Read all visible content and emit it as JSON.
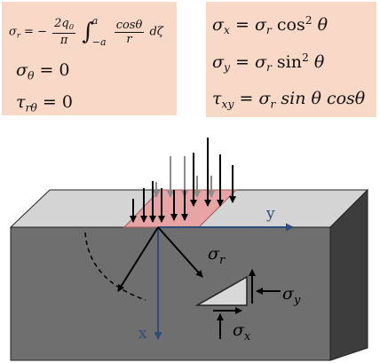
{
  "equations_left": {
    "sigma_r_lhs": "σ",
    "sigma_r_sub": "r",
    "sigma_r_eq": " = −",
    "frac1_num": "2q",
    "frac1_num_sub": "0",
    "frac1_den": "π",
    "int_upper": "a",
    "int_lower": "−a",
    "frac2_num": "cosθ",
    "frac2_den": "r",
    "diff": "dζ",
    "sigma_theta": "σ",
    "sigma_theta_sub": "θ",
    "sigma_theta_rhs": " = 0",
    "tau_rtheta": "τ",
    "tau_rtheta_sub": "rθ",
    "tau_rtheta_rhs": " = 0"
  },
  "equations_right": {
    "sx_lhs": "σ",
    "sx_sub": "x",
    "sx_mid": " = σ",
    "sx_mid_sub": "r",
    "sx_fn": " cos",
    "sx_pow": "2",
    "sx_var": " θ",
    "sy_lhs": "σ",
    "sy_sub": "y",
    "sy_mid": " = σ",
    "sy_mid_sub": "r",
    "sy_fn": " sin",
    "sy_pow": "2",
    "sy_var": " θ",
    "txy_lhs": "τ",
    "txy_sub": "xy",
    "txy_mid": " = σ",
    "txy_mid_sub": "r",
    "txy_rest": " sin θ  cosθ"
  },
  "diagram": {
    "axis_y_label": "y",
    "axis_x_label": "x",
    "sigma_r_label": "σ",
    "sigma_r_label_sub": "r",
    "sigma_y_label": "σ",
    "sigma_y_label_sub": "y",
    "sigma_x_label": "σ",
    "sigma_x_label_sub": "x",
    "colors": {
      "box_top": "#d4d4d4",
      "box_front": "#6f6f6f",
      "box_side": "#3d3d3d",
      "load_strip": "#e8a4a4",
      "axis": "#2e4d7a",
      "eq_bg": "#f8d9c8"
    }
  }
}
